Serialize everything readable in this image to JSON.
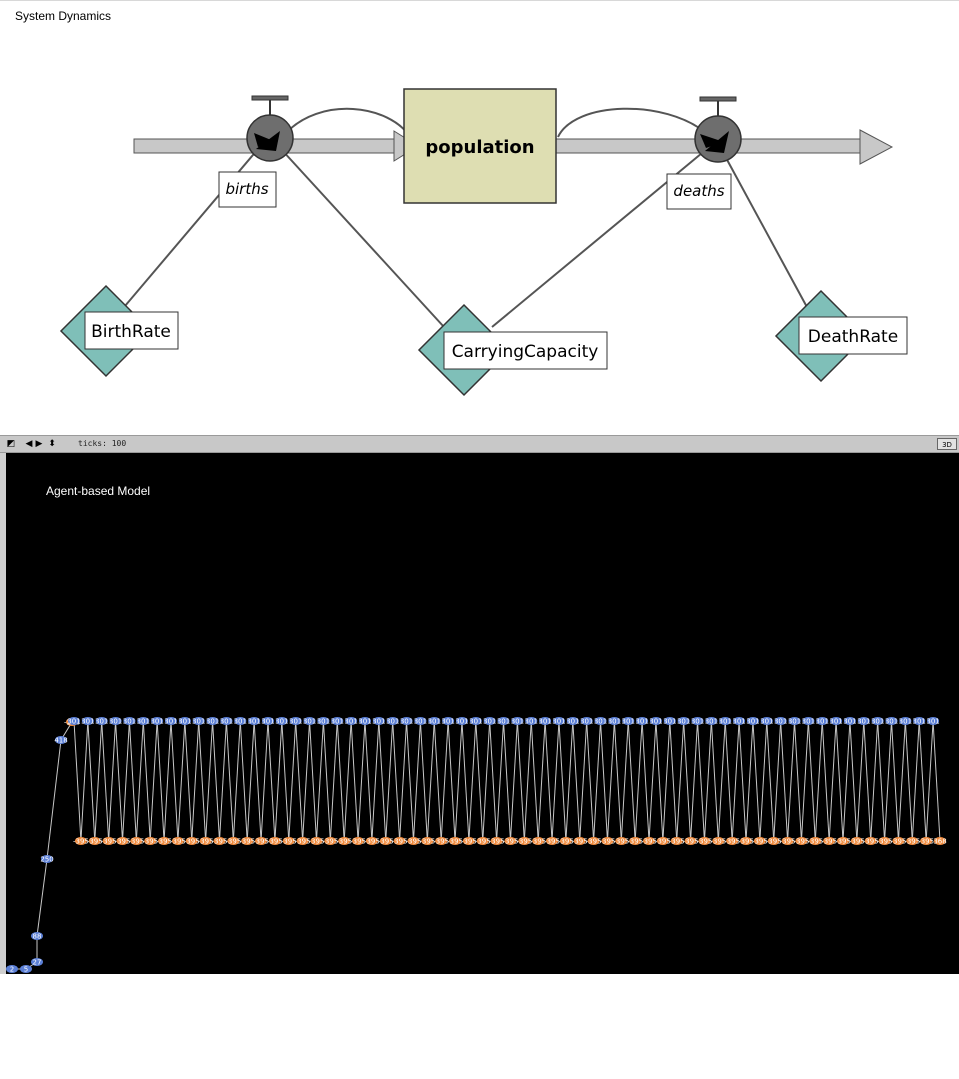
{
  "system_dynamics": {
    "title": "System Dynamics",
    "stock": {
      "label": "population"
    },
    "flows": [
      {
        "label": "births"
      },
      {
        "label": "deaths"
      }
    ],
    "variables": [
      {
        "label": "BirthRate"
      },
      {
        "label": "CarryingCapacity"
      },
      {
        "label": "DeathRate"
      }
    ],
    "colors": {
      "stock_fill": "#dedeb2",
      "variable_fill": "#7fbfb8",
      "valve_fill": "#6e6e6e",
      "flow_fill": "#c8c8c8"
    }
  },
  "view": {
    "ticks_label": "ticks: 100",
    "button_3d": "3D",
    "toolbar_icons": [
      "zoom-icon",
      "prev-icon",
      "next-icon",
      "resize-icon"
    ]
  },
  "agent_model": {
    "title": "Agent-based Model",
    "colors": {
      "high": "#5b7fd6",
      "low": "#f08a3c",
      "link": "#c8c8c8",
      "background": "#000000"
    },
    "initial_labels": [
      "2",
      "5",
      "27",
      "88",
      "250",
      "418"
    ],
    "dip_label": "-258",
    "high_label": "301",
    "low_label": "-395",
    "last_label": "368",
    "peak_count": 63,
    "trough_count": 63
  }
}
